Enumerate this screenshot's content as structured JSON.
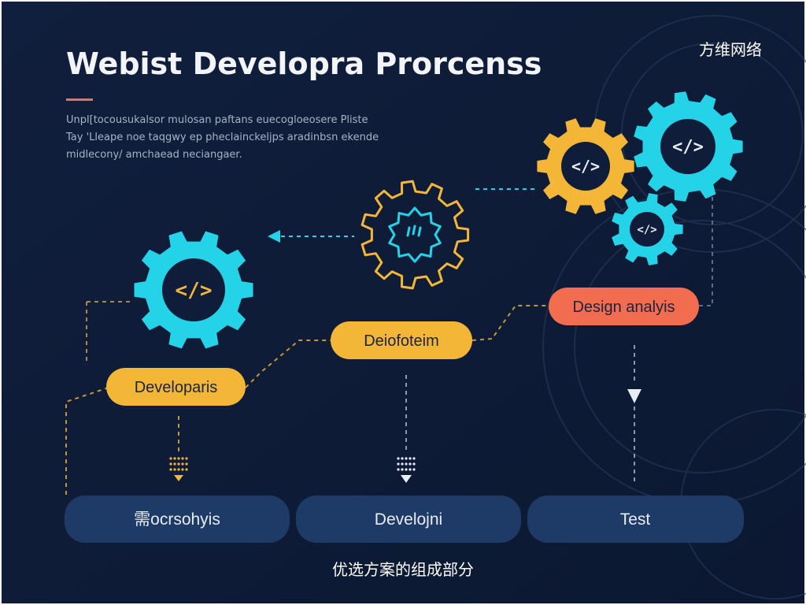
{
  "header": {
    "title": "Webist Developra Prorcenss",
    "description_lines": [
      "Unpl[tocousukalsor mulosan paftans euecogloeosere Pliste",
      "Tay 'Lleape noe taqgwy ep pheclainckeljps aradinbsn ekende",
      "midlecony/ amchaead neciangaer."
    ]
  },
  "watermark_top": "方维网络",
  "caption": "优选方案的组成部分",
  "steps": [
    {
      "label": "Developaris",
      "color": "#f3b637"
    },
    {
      "label": "Deiofoteim",
      "color": "#f3b637"
    },
    {
      "label": "Design analyis",
      "color": "#f26d4f"
    }
  ],
  "bottom_buttons": [
    {
      "label": "需ocrsohyis"
    },
    {
      "label": "Develojni"
    },
    {
      "label": "Test"
    }
  ],
  "gear_code_symbol": "</>",
  "colors": {
    "background": "#0f1d3a",
    "accent_orange": "#f26d4f",
    "accent_yellow": "#f3b637",
    "accent_cyan": "#25d3e8",
    "bottom_button": "#1e3a66"
  }
}
